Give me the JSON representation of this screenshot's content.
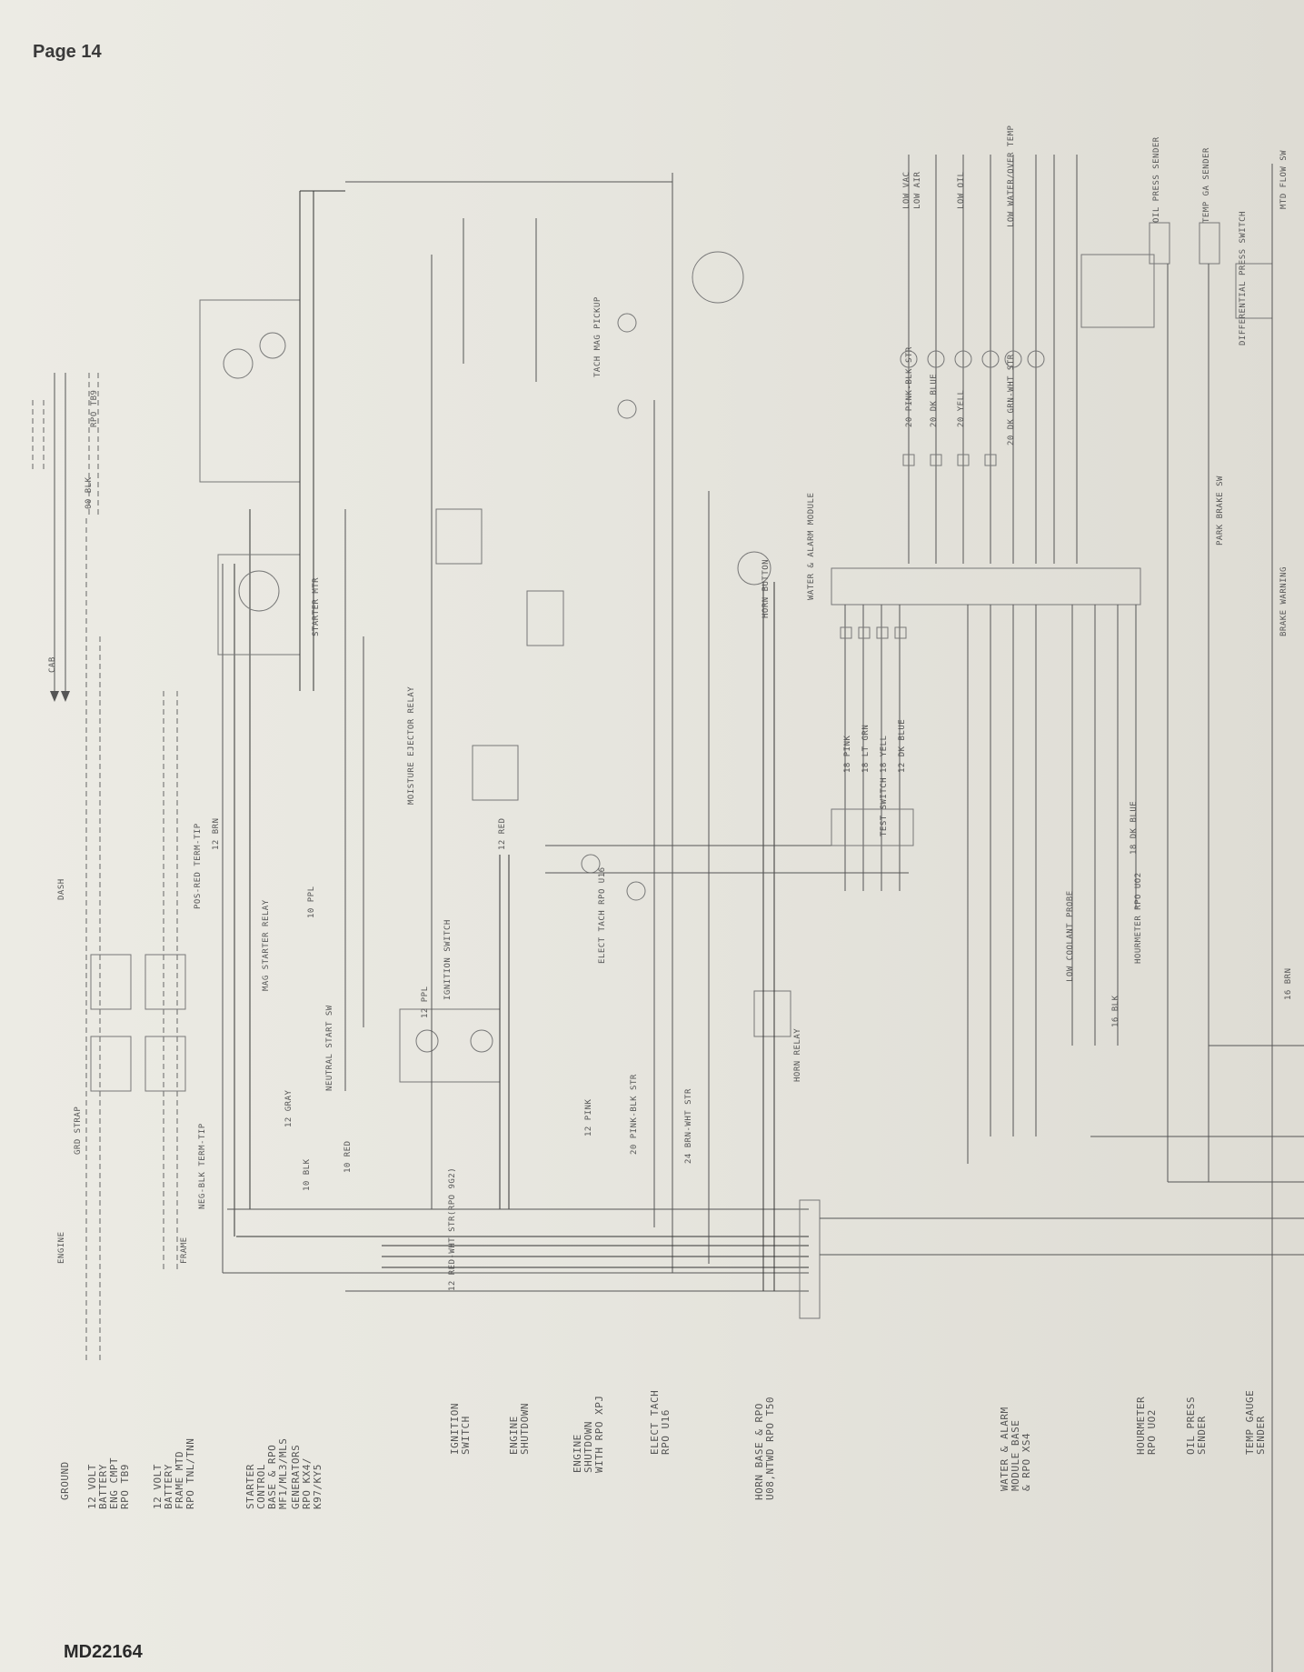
{
  "page": {
    "label": "Page 14",
    "doc_number": "MD22164"
  },
  "circuit_labels": [
    {
      "id": "ground",
      "text": "GROUND"
    },
    {
      "id": "battery-engine",
      "text": "12 VOLT\nBATTERY\nENG CMPT\nRPO TB9"
    },
    {
      "id": "battery-frame",
      "text": "12 VOLT\nBATTERY\nFRAME MTD\nRPO TNL/TNN"
    },
    {
      "id": "starter-control",
      "text": "STARTER\nCONTROL\nBASE & RPO\nMF1/ML3/MLS"
    },
    {
      "id": "generators",
      "text": "GENERATORS\nRPO KX4/\nK97/KY5"
    },
    {
      "id": "ignition-switch",
      "text": "IGNITION\nSWITCH"
    },
    {
      "id": "engine-shutdown",
      "text": "ENGINE\nSHUTDOWN"
    },
    {
      "id": "engine-shutdown-xpj",
      "text": "ENGINE\nSHUTDOWN\nWITH RPO XPJ"
    },
    {
      "id": "elect-tach",
      "text": "ELECT TACH\nRPO U16"
    },
    {
      "id": "horn",
      "text": "HORN BASE & RPO\nU08,NTWD RPO T50"
    },
    {
      "id": "water-alarm",
      "text": "WATER & ALARM\nMODULE BASE\n& RPO XS4"
    },
    {
      "id": "hourmeter",
      "text": "HOURMETER\nRPO UO2"
    },
    {
      "id": "oil-press",
      "text": "OIL PRESS\nSENDER"
    },
    {
      "id": "temp-gauge",
      "text": "TEMP GAUGE\nSENDER"
    }
  ],
  "wire_labels": [
    "ENGINE",
    "DASH",
    "FRAME",
    "CAB",
    "00 BLK",
    "GRD STRAP",
    "RPO TB9",
    "POS-RED TERM-TIP",
    "NEG-BLK TERM-TIP",
    "STARTER MTR",
    "MAG STARTER RELAY",
    "NEUTRAL START SW",
    "MOISTURE EJECTOR RELAY",
    "IGNITION SWITCH",
    "ELECT TACH RPO U16",
    "HORN RELAY",
    "TEST SWITCH",
    "WATER & ALARM MODULE",
    "LOW COOLANT PROBE",
    "HOURMETER RPO UO2",
    "OIL PRESS SENDER",
    "TEMP GA SENDER",
    "DIFFERENTIAL PRESS SWITCH",
    "PARK BRAKE SW",
    "BRAKE WARNING",
    "MTD FLOW SW",
    "LOW VAC",
    "LOW AIR",
    "LOW OIL",
    "LOW WATER/OVER TEMP",
    "10 RED",
    "12 PINK",
    "12 RED",
    "16 BLK",
    "18 PINK",
    "18 LT GRN",
    "18 YELL",
    "12 DK BLUE",
    "20 DK BLUE",
    "20 PINK-BLK STR",
    "20 YELL",
    "20 DK GRN-WHT STR",
    "18 DK BLUE",
    "16 BRN",
    "12 RED-WHT STR(RPO 9G2)",
    "24 BRN-WHT STR",
    "20 PINK-BLK STR",
    "10 BLK",
    "12 PPL",
    "12 GRAY",
    "10 PPL",
    "12 BRN",
    "HORN BUTTON",
    "TACH MAG PICKUP"
  ],
  "colors": {
    "paper": "#ecebe4",
    "ink": "#555555",
    "ink_dark": "#333333"
  }
}
